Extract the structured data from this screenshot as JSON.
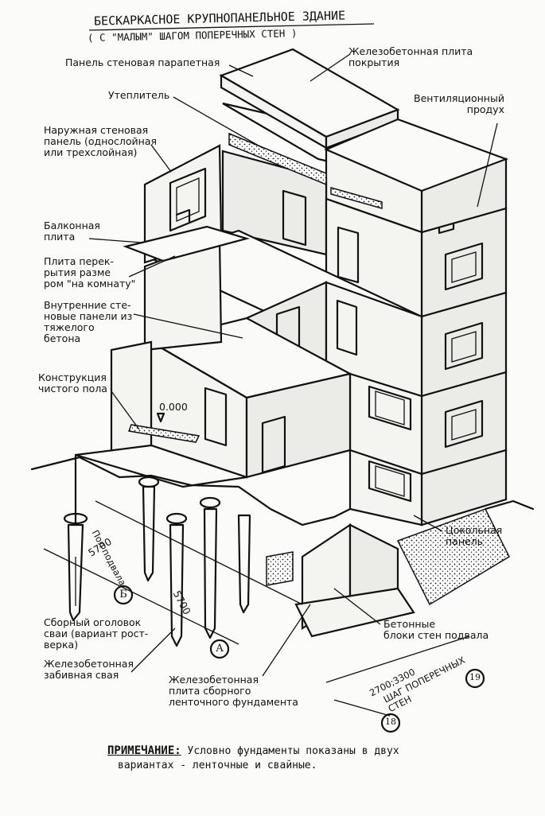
{
  "title": {
    "main": "БЕСКАРКАСНОЕ КРУПНОПАНЕЛЬНОЕ ЗДАНИЕ",
    "sub": "( С \"МАЛЫМ\" ШАГОМ ПОПЕРЕЧНЫХ СТЕН )"
  },
  "labels": {
    "parapet_panel": "Панель стеновая парапетная",
    "roof_slab": "Железобетонная плита\nпокрытия",
    "insulation": "Утеплитель",
    "vent_duct": "Вентиляционный\nпродух",
    "outer_wall_panel": "Наружная стеновая\nпанель (однослойная\nили трехслойная)",
    "balcony_slab": "Балконная\nплита",
    "floor_slab": "Плита перек-\nрытия разме\nром \"на комнату\"",
    "inner_wall_panels": "Внутренние сте-\nновые панели из\nтяжелого\nбетона",
    "clean_floor": "Конструкция\nчистого пола",
    "level_mark": "0.000",
    "basement_floor": "Пол подвала",
    "plinth_panel": "Цокольная\nпанель",
    "pile_cap": "Сборный оголовок\nсваи (вариант рост-\nверка)",
    "driven_pile": "Железобетонная\nзабивная свая",
    "strip_foundation": "Железобетонная\nплита сборного\nленточного фундамента",
    "basement_blocks": "Бетонные\nблоки стен подвала",
    "wall_pitch": "ШАГ ПОПЕРЕЧНЫХ\nСТЕН",
    "dim_pitch": "2700;3300",
    "dim_1": "5700",
    "dim_2": "5700"
  },
  "axes": {
    "b": "Б",
    "a": "А",
    "n18": "18",
    "n19": "19"
  },
  "note": {
    "heading": "ПРИМЕЧАНИЕ:",
    "text": " Условно фундаменты показаны в двух",
    "line2": "вариантах - ленточные и свайные."
  }
}
